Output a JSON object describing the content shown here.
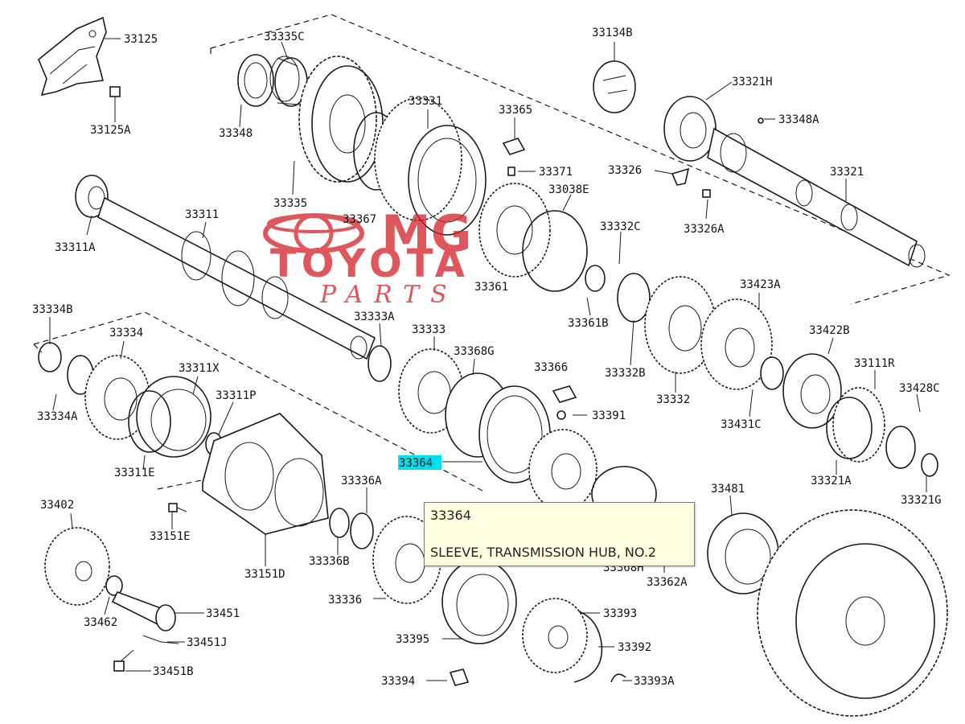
{
  "watermark": {
    "brand": "MG",
    "line2": "TOYOTA",
    "line3": "PARTS",
    "color": "#d42027"
  },
  "highlight_color": "#00e0f0",
  "labels": {
    "p33125": "33125",
    "p33125A": "33125A",
    "p33335C": "33335C",
    "p33348": "33348",
    "p33335": "33335",
    "p33331": "33331",
    "p33367": "33367",
    "p33365": "33365",
    "p33371": "33371",
    "p33038E": "33038E",
    "p33134B": "33134B",
    "p33321H": "33321H",
    "p33348A": "33348A",
    "p33326": "33326",
    "p33321": "33321",
    "p33326A": "33326A",
    "p33311": "33311",
    "p33311A": "33311A",
    "p33361": "33361",
    "p33332C": "33332C",
    "p33361B": "33361B",
    "p33423A": "33423A",
    "p33334B": "33334B",
    "p33334": "33334",
    "p33311X": "33311X",
    "p33311P": "33311P",
    "p33334A": "33334A",
    "p33311E": "33311E",
    "p33333A": "33333A",
    "p33333": "33333",
    "p33368G": "33368G",
    "p33366": "33366",
    "p33391": "33391",
    "p33332B": "33332B",
    "p33332": "33332",
    "p33422B": "33422B",
    "p33111R": "33111R",
    "p33428C": "33428C",
    "p33431C": "33431C",
    "p33321A": "33321A",
    "p33321G": "33321G",
    "p33364": "33364",
    "p33402": "33402",
    "p33151E": "33151E",
    "p33336A": "33336A",
    "p33151D": "33151D",
    "p33336B": "33336B",
    "p33481": "33481",
    "p33368H": "33368H",
    "p33362A": "33362A",
    "p33336": "33336",
    "p33462": "33462",
    "p33451": "33451",
    "p33451J": "33451J",
    "p33451B": "33451B",
    "p33395": "33395",
    "p33393": "33393",
    "p33392": "33392",
    "p33394": "33394",
    "p33393A": "33393A"
  },
  "tooltip": {
    "number": "33364",
    "description": "SLEEVE, TRANSMISSION HUB, NO.2"
  }
}
